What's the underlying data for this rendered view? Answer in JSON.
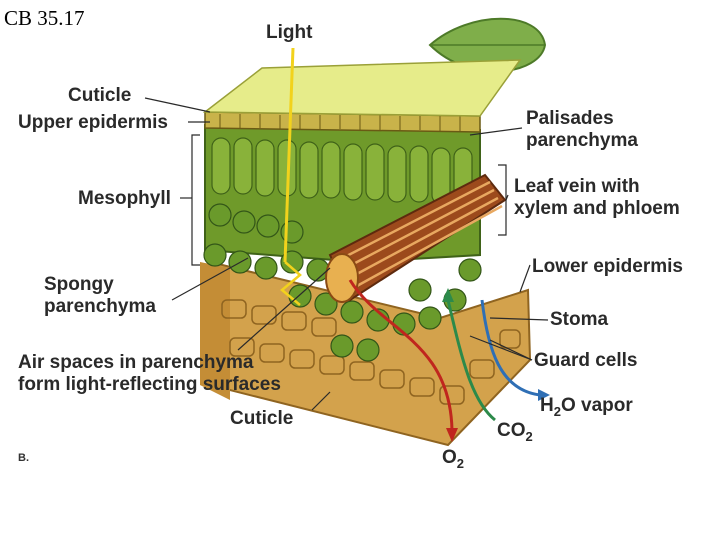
{
  "slide_code": "CB 35.17",
  "panel_letter": "B.",
  "labels": {
    "light": "Light",
    "cuticle_top": "Cuticle",
    "upper_epidermis": "Upper epidermis",
    "palisades_1": "Palisades",
    "palisades_2": "parenchyma",
    "mesophyll": "Mesophyll",
    "leaf_vein_1": "Leaf vein with",
    "leaf_vein_2": "xylem and phloem",
    "spongy_1": "Spongy",
    "spongy_2": "parenchyma",
    "lower_epidermis": "Lower epidermis",
    "stoma": "Stoma",
    "air_spaces_1": "Air spaces in parenchyma",
    "air_spaces_2": "form light-reflecting surfaces",
    "guard_cells": "Guard cells",
    "cuticle_bottom": "Cuticle",
    "h2o_pre": "H",
    "h2o_sub": "2",
    "h2o_post": "O vapor",
    "co2_pre": "CO",
    "co2_sub": "2",
    "o2_pre": "O",
    "o2_sub": "2"
  },
  "colors": {
    "surface": "#e6ec8a",
    "epidermis": "#c9b34a",
    "palisade": "#6f9a2a",
    "spongy_cell": "#6a9a2b",
    "lower_tissue": "#d3a24c",
    "vein": "#9c4a1c",
    "light_ray": "#f2d21c",
    "o2_arrow": "#c0261e",
    "co2_arrow": "#2c8a4a",
    "h2o_arrow": "#2f6fb5",
    "leaf_arrow": "#9b6bb0",
    "leaf_icon": "#7fae4a"
  }
}
